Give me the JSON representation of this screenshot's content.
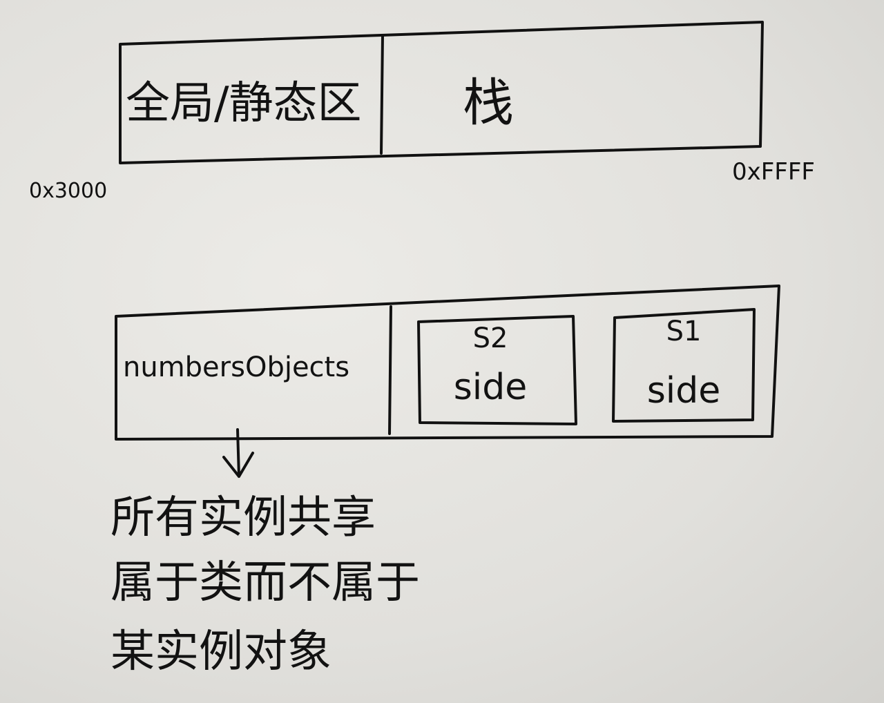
{
  "memory_diagram": {
    "global_static_area": "全局/静态区",
    "stack": "栈",
    "start_address": "0x3000",
    "end_address": "0xFFFF"
  },
  "heap_diagram": {
    "shared_field": "numbersObjects",
    "instances": [
      {
        "name": "S2",
        "field": "side"
      },
      {
        "name": "S1",
        "field": "side"
      }
    ]
  },
  "note": {
    "lines": [
      "所有实例共享",
      "属于类而不属于",
      "某实例对象"
    ]
  }
}
